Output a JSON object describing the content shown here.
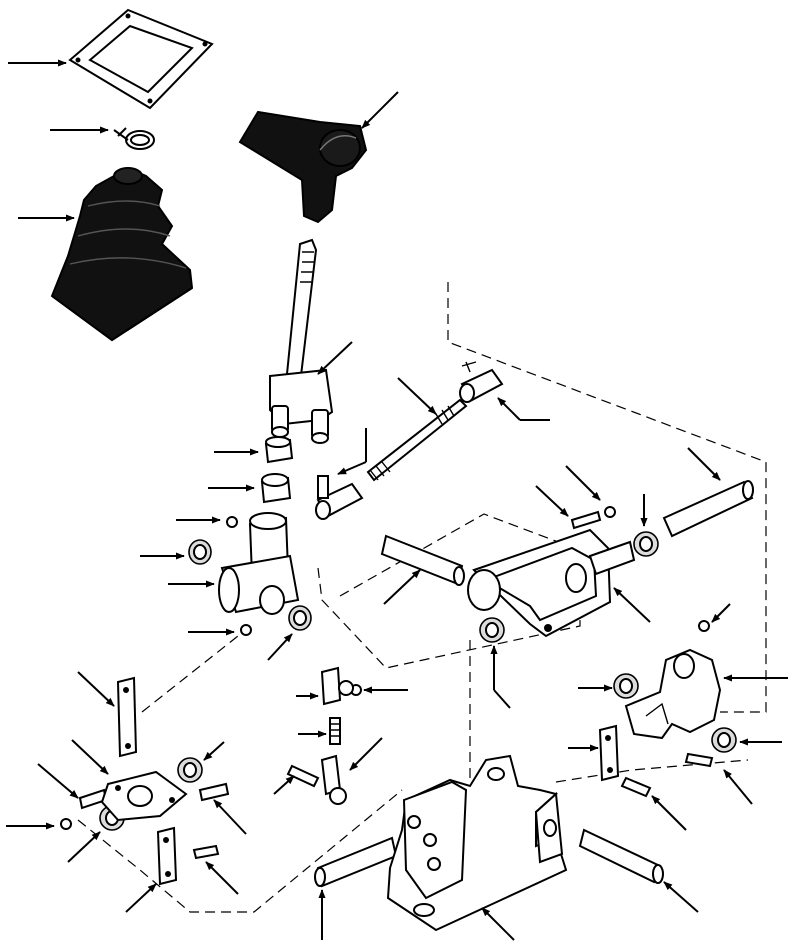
{
  "figure": {
    "type": "exploded-parts-diagram",
    "callout_arrows": 52,
    "printed_text": []
  },
  "parts": [
    "gasket",
    "clamp",
    "rubber-boot",
    "shift-knob",
    "shift-lever",
    "bushing-upper",
    "bushing-lower",
    "threaded-rod",
    "rod-end-upper",
    "rod-end-lower",
    "pivot-housing",
    "bearing",
    "grease-fitting",
    "yoke-bracket",
    "pivot-pin",
    "support-base",
    "bellcrank",
    "link-plate",
    "small-pin",
    "ball-joint",
    "stud",
    "flange-block"
  ]
}
